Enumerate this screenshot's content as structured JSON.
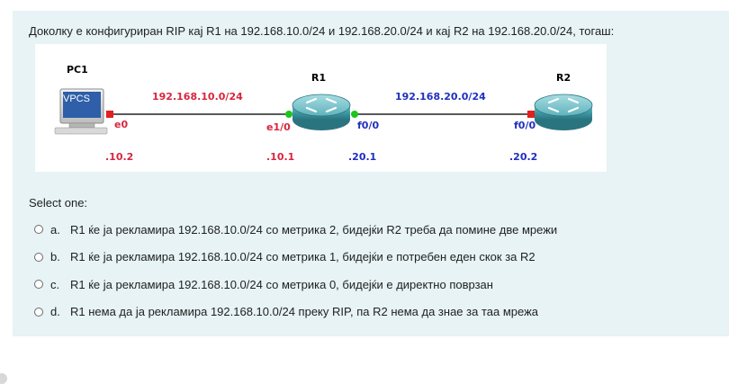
{
  "question": {
    "text": "Доколку е конфигуриран RIP кај R1 на 192.168.10.0/24 и 192.168.20.0/24 и кај R2 на 192.168.20.0/24, тогаш:"
  },
  "diagram": {
    "devices": {
      "pc1": {
        "label": "PC1",
        "badge": "VPCS"
      },
      "r1": {
        "label": "R1"
      },
      "r2": {
        "label": "R2"
      }
    },
    "networks": {
      "left": "192.168.10.0/24",
      "right": "192.168.20.0/24"
    },
    "interfaces": {
      "pc1_e0": "e0",
      "r1_e10": "e1/0",
      "r1_f00": "f0/0",
      "r2_f00": "f0/0"
    },
    "addresses": {
      "pc1": ".10.2",
      "r1_left": ".10.1",
      "r1_right": ".20.1",
      "r2": ".20.2"
    },
    "colors": {
      "left_net": "#d7263d",
      "right_net": "#1f2fbf",
      "iface_label": "#d7263d",
      "right_iface_label": "#1f2fbf",
      "addr_red": "#d7263d",
      "addr_blue": "#1f2fbf",
      "router_body": "#3f9aa7",
      "link_up": "#1ec41e",
      "link_port": "#e0211f"
    }
  },
  "answers": {
    "select_label": "Select one:",
    "options": [
      {
        "letter": "a.",
        "text": "R1 ќе ја рекламира 192.168.10.0/24 со метрика 2, бидејќи R2 треба да помине две мрежи"
      },
      {
        "letter": "b.",
        "text": "R1 ќе ја рекламира 192.168.10.0/24 со метрика 1, бидејќи е потребен еден скок за R2"
      },
      {
        "letter": "c.",
        "text": "R1 ќе ја рекламира 192.168.10.0/24 со метрика 0, бидејќи е директно поврзан"
      },
      {
        "letter": "d.",
        "text": "R1 нема да ја рекламира 192.168.10.0/24 преку RIP, па R2 нема да знае за таа мрежа"
      }
    ]
  }
}
